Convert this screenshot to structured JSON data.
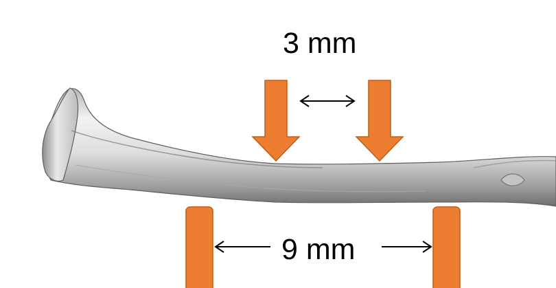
{
  "labels": {
    "top_spacing": "3 mm",
    "bottom_spacing": "9 mm"
  },
  "colors": {
    "accent": "#ED7D31",
    "accent_stroke": "#B8601F",
    "bone_light": "#EDEDED",
    "bone_mid": "#C9C9C9",
    "bone_dark": "#6E6E6E",
    "text": "#000000"
  },
  "elements": {
    "loading_pins": "orange-arrow-icon",
    "support_pins": "orange-support-bar",
    "spacing_indicators": "double-arrow-icon"
  }
}
